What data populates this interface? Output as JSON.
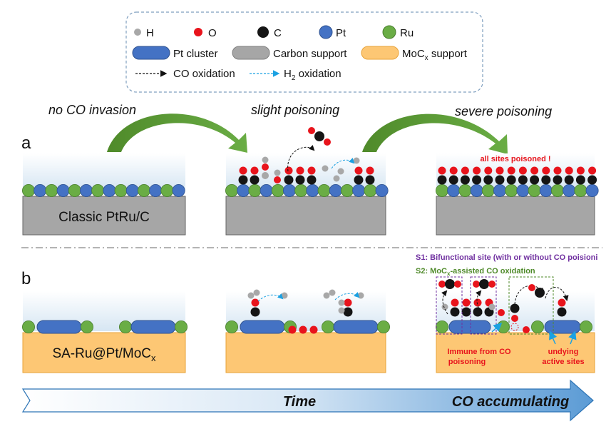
{
  "legend": {
    "atoms": [
      {
        "label": "H",
        "color": "#a8a8a8"
      },
      {
        "label": "O",
        "color": "#e8141c"
      },
      {
        "label": "C",
        "color": "#151515"
      },
      {
        "label": "Pt",
        "color": "#4472c4"
      },
      {
        "label": "Ru",
        "color": "#6aad45"
      }
    ],
    "shapes": [
      {
        "label": "Pt cluster",
        "color": "#4472c4"
      },
      {
        "label": "Carbon support",
        "color": "#a6a6a6"
      },
      {
        "label": "MoC",
        "sub": "x",
        "tail": " support",
        "color": "#fdc774"
      }
    ],
    "arrows": [
      {
        "label": "CO oxidation",
        "color": "#111111"
      },
      {
        "label": "H",
        "sub": "2",
        "tail": " oxidation",
        "color": "#1ba1e2"
      }
    ]
  },
  "stages": {
    "first": "no CO invasion",
    "second": "slight poisoning",
    "third": "severe poisoning"
  },
  "panel_a": {
    "letter": "a",
    "support_label": "Classic PtRu/C",
    "all_poisoned": "all sites poisoned !"
  },
  "panel_b": {
    "letter": "b",
    "support_label": "SA-Ru@Pt/MoC",
    "support_sub": "x",
    "s1": "S1: Bifunctional site (with or without CO poisioni",
    "s2_prefix": "S2: MoC",
    "s2_sub": "x",
    "s2_tail": "-assisted CO oxidation",
    "immune_line1": "Immune from CO",
    "immune_line2": "poisoning",
    "undying_line1": "undying",
    "undying_line2": "active sites"
  },
  "timeline": {
    "time": "Time",
    "co": "CO accumulating"
  }
}
